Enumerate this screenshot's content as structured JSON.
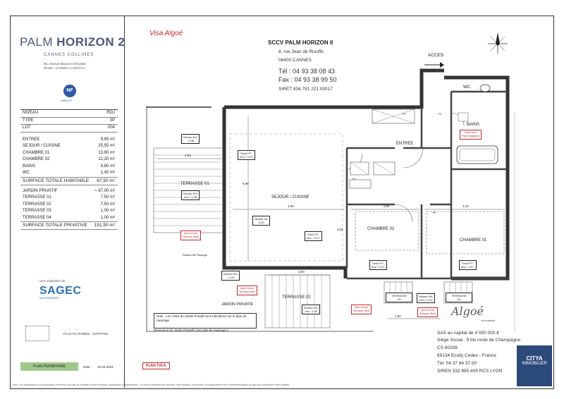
{
  "branding": {
    "title_light": "PALM ",
    "title_bold": "HORIZON 2",
    "subtitle": "CANNES COLLINES",
    "address_line1": "86, Avenue Maurice Chevalier",
    "address_line2": "06150 - CANNES LA BOCCA",
    "nf_logo": "NF",
    "nf_sub": "HABITAT"
  },
  "specs": {
    "header": [
      {
        "k": "NIVEAU",
        "v": "RDJ"
      },
      {
        "k": "TYPE",
        "v": "3P"
      },
      {
        "k": "LOT",
        "v": "004"
      }
    ],
    "rooms": [
      {
        "k": "ENTREE",
        "v": "9,65 m²"
      },
      {
        "k": "SEJOUR / CUISINE",
        "v": "25,55 m²"
      },
      {
        "k": "CHAMBRE 01",
        "v": "13,90 m²"
      },
      {
        "k": "CHAMBRE 02",
        "v": "12,20 m²"
      },
      {
        "k": "BAINS",
        "v": "4,80 m²"
      },
      {
        "k": "WC",
        "v": "1,40 m²"
      }
    ],
    "habitable": {
      "k": "SURFACE TOTALE HABITABLE",
      "v": "67,50 m²"
    },
    "exterior": [
      {
        "k": "JARDIN PRIVATIF",
        "v": "≈ 67,00 m²"
      },
      {
        "k": "TERRASSE 01",
        "v": "7,50 m²"
      },
      {
        "k": "TERRASSE 02",
        "v": "7,50 m²"
      },
      {
        "k": "TERRASSE 03",
        "v": "1,00 m²"
      },
      {
        "k": "TERRASSE 04",
        "v": "1,00 m²"
      }
    ],
    "privative": {
      "k": "SURFACE TOTALE PRIVATIVE",
      "v": "151,50 m²"
    }
  },
  "realisation": {
    "label": "Une réalisation de :",
    "company": "SAGEC",
    "company_sub": "MEDITERRANEE"
  },
  "legend": {
    "label": "FAUX PLAFONDS - SOFFITES"
  },
  "status": {
    "plan_status": "PLAN PERIMITAIRE",
    "date_label": "Date :",
    "date_value": "15.04.2023",
    "plan_type": "PLAN T.M.A."
  },
  "stamps": {
    "visa": "Visa Algoé",
    "sccv_title": "SCCV PALM HORIZON II",
    "sccv_lines": [
      "8, rue Jean de Riouffe",
      "06400 CANNES",
      "Tél : 04 93 38 08 43",
      "Fax : 04 93 38 99 50",
      "SIRET 834 781 221 00017"
    ],
    "algoe": "Algoé",
    "algoe_sub": "consultants",
    "algoe_lines": [
      "SAS au capital de 4 000 000 €",
      "Siège Social : 9 bis route de Champagne",
      "CS 60208",
      "69134 Ecully Cedex - France",
      "Tél. 04 37 64 37 00",
      "SIREN 332 895 409 RCS LYON"
    ],
    "citya_top": "CITYA",
    "citya_bottom": "IMMOBILIER"
  },
  "plan": {
    "acces": "ACCES",
    "rooms": {
      "sejour": "SEJOUR / CUISINE",
      "entree": "ENTREE",
      "chambre01": "CHAMBRE 01",
      "chambre02": "CHAMBRE 02",
      "bains": "BAINS",
      "wc": "WC",
      "terrasse01": "TERRASSE 01",
      "terrasse02": "TERRASSE 02",
      "terrasse03": "TERRASSE\n03",
      "terrasse04": "TERRASSE\n04",
      "pl": "PL"
    },
    "dims": {
      "d430": "4,50",
      "d290": "2,90",
      "d310": "3,10",
      "d320": "3,20",
      "d250": "2,50",
      "d596": "5,96",
      "d300": "3,00",
      "d100": "1,00",
      "d100b": "1,00"
    },
    "levels": {
      "n1": "Niveau Ext.\n- 0.38",
      "n2": "Seuil P.F.\nenv.+ 0.07",
      "n3": "Niveau Ext.\nenv.+ 0.38",
      "n4": "Niveau Int.\n0.00",
      "n5": "Seuil P.F.\nenv.+ 0.07",
      "n6": "Niveau Ext.\n- 0.20",
      "n7": "Seuil P.F.\nenv.+ 0.07",
      "n8": "Niveau Ext.\nenv.+ 0.02",
      "n9": "Seuil P.F.\nenv.+ 0.07",
      "n10": "Niveau Ext.\nenv.- 0.05"
    },
    "red_notes": {
      "r1": "Ajout d'une\nTerrasse Bois",
      "r2": "Ajout d'une\nTerrasse Bois",
      "r3": "Ajout d'une\nTerrasse Bois",
      "r4": "Ajout d'une\nTerrasse Bois",
      "r5": "Ajout d'un\nPare-Baignoire"
    },
    "rideau": "Rideau de Passage",
    "jardin": "JARDIN PRIVATIF",
    "note": "Note : Les côtes du Jardin Privatif sont indicatives sur le plan de repérage",
    "note2": "Dimension du Jardin Privatif ( Voir plan de repérage )"
  },
  "footnote": "Nota : Des modifications sont susceptibles d'intervenir à la suite de formalités d'ordre technique, administratif ou réglementaire. Les cotes et surfaces sont données à titre indicatif. Les meubles, les équipements et les revêtements figurant au plan sont susceptibles d'être modifiés."
}
